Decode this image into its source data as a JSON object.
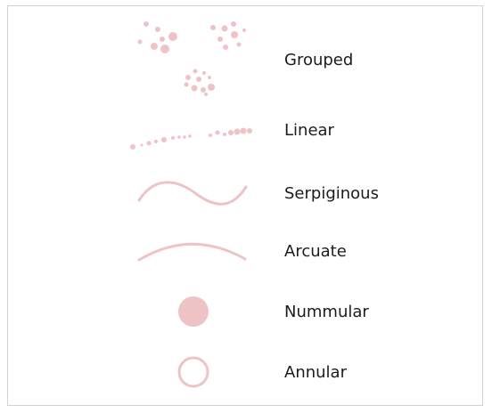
{
  "legend": {
    "accent_color": "#eec3c6",
    "items": [
      {
        "key": "grouped",
        "label": "Grouped",
        "icon": "grouped-dots-icon"
      },
      {
        "key": "linear",
        "label": "Linear",
        "icon": "linear-dots-icon"
      },
      {
        "key": "serpiginous",
        "label": "Serpiginous",
        "icon": "wavy-line-icon"
      },
      {
        "key": "arcuate",
        "label": "Arcuate",
        "icon": "arc-line-icon"
      },
      {
        "key": "nummular",
        "label": "Nummular",
        "icon": "filled-circle-icon"
      },
      {
        "key": "annular",
        "label": "Annular",
        "icon": "ring-icon"
      }
    ]
  }
}
